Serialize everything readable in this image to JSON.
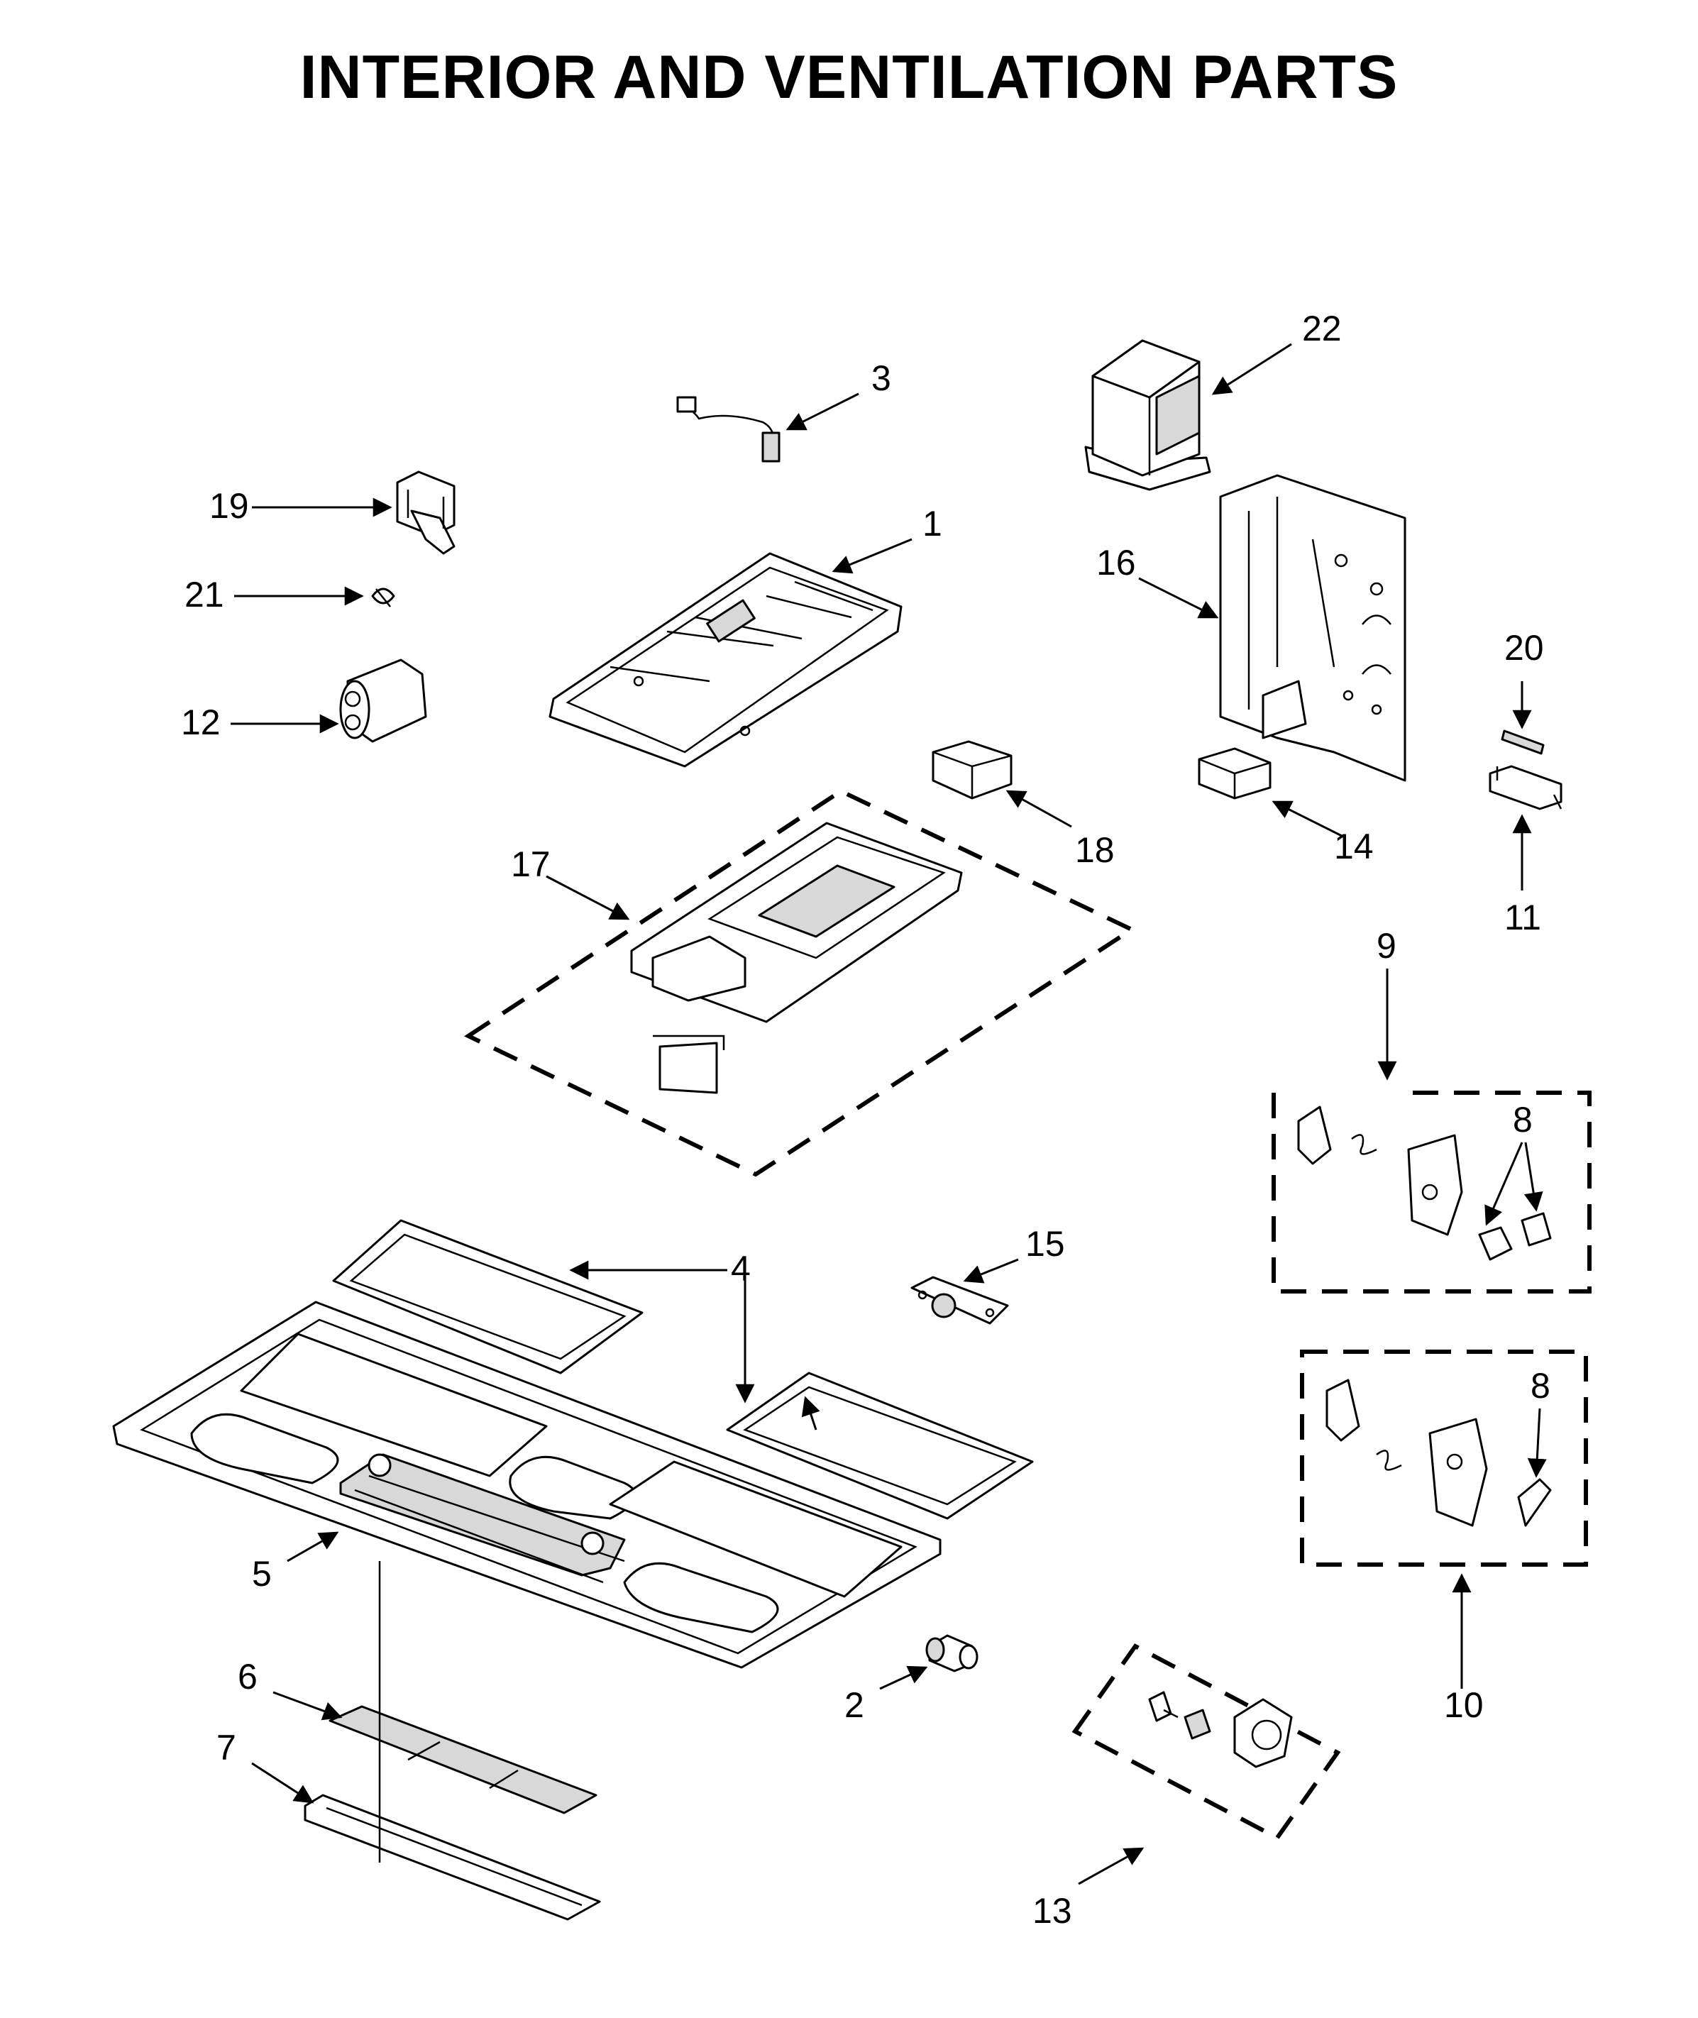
{
  "title": "INTERIOR AND VENTILATION PARTS",
  "callouts": {
    "c1": "1",
    "c2": "2",
    "c3": "3",
    "c4a": "4",
    "c4b": "4",
    "c5": "5",
    "c6": "6",
    "c7": "7",
    "c8a": "8",
    "c8b": "8",
    "c9": "9",
    "c10": "10",
    "c11": "11",
    "c12": "12",
    "c13": "13",
    "c14": "14",
    "c15": "15",
    "c16": "16",
    "c17": "17",
    "c18": "18",
    "c19": "19",
    "c20": "20",
    "c21": "21",
    "c22": "22"
  }
}
